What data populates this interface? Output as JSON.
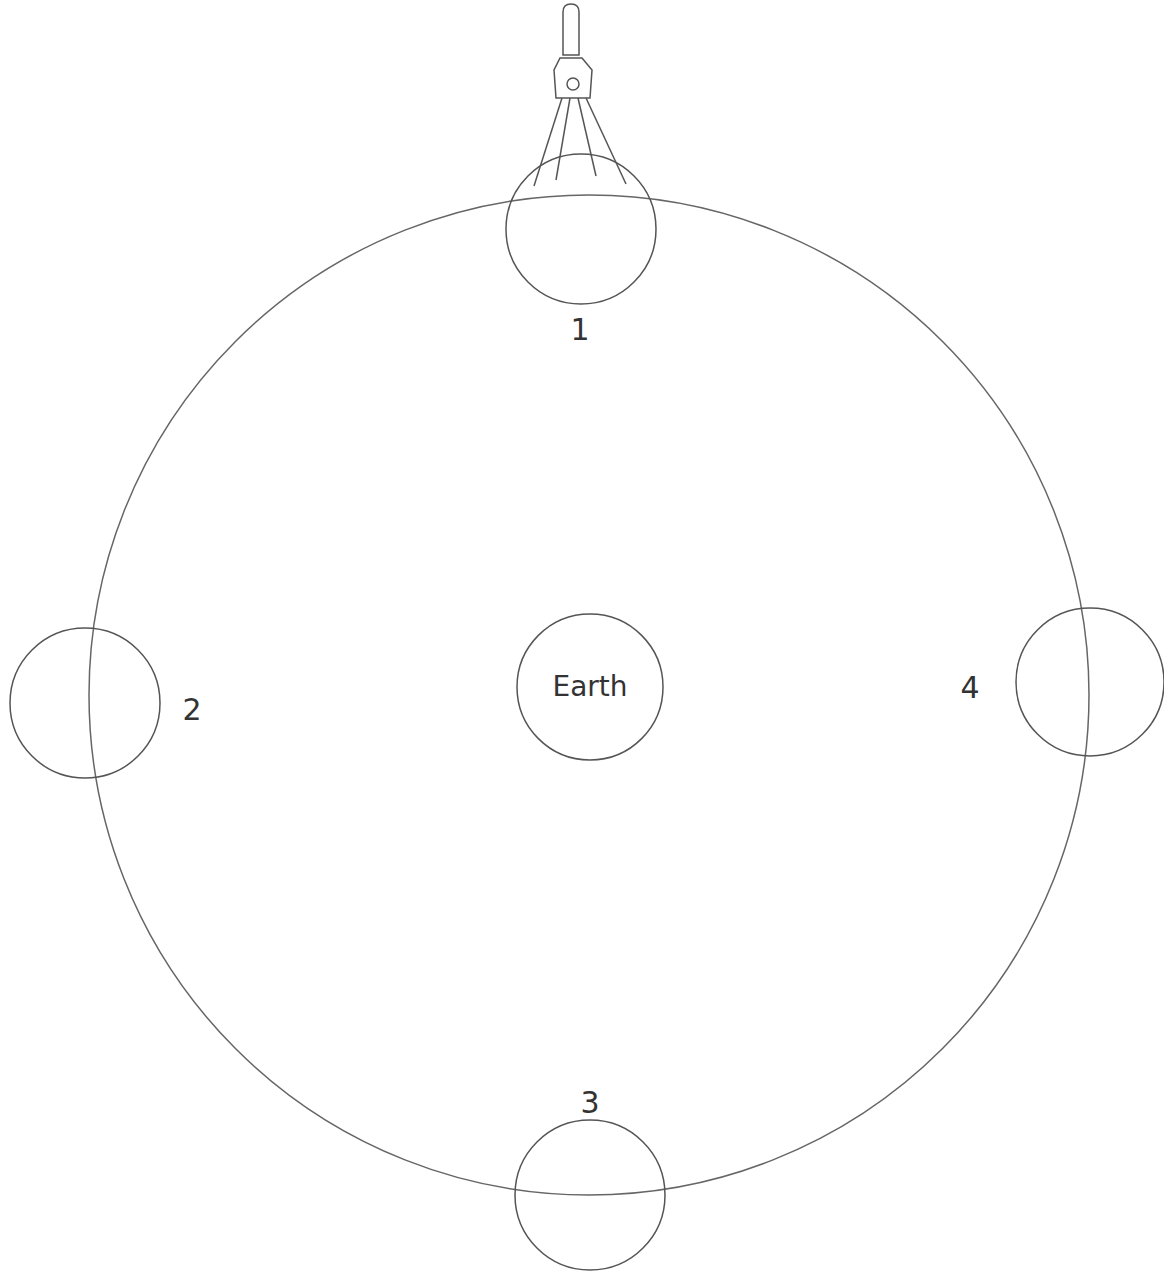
{
  "diagram": {
    "nodes": [
      {
        "text": [
          "1"
        ]
      },
      {
        "text": [
          "2"
        ]
      },
      {
        "text": [
          "Earth"
        ]
      },
      {
        "text": [
          "4"
        ]
      },
      {
        "text": [
          "3"
        ]
      }
    ]
  }
}
